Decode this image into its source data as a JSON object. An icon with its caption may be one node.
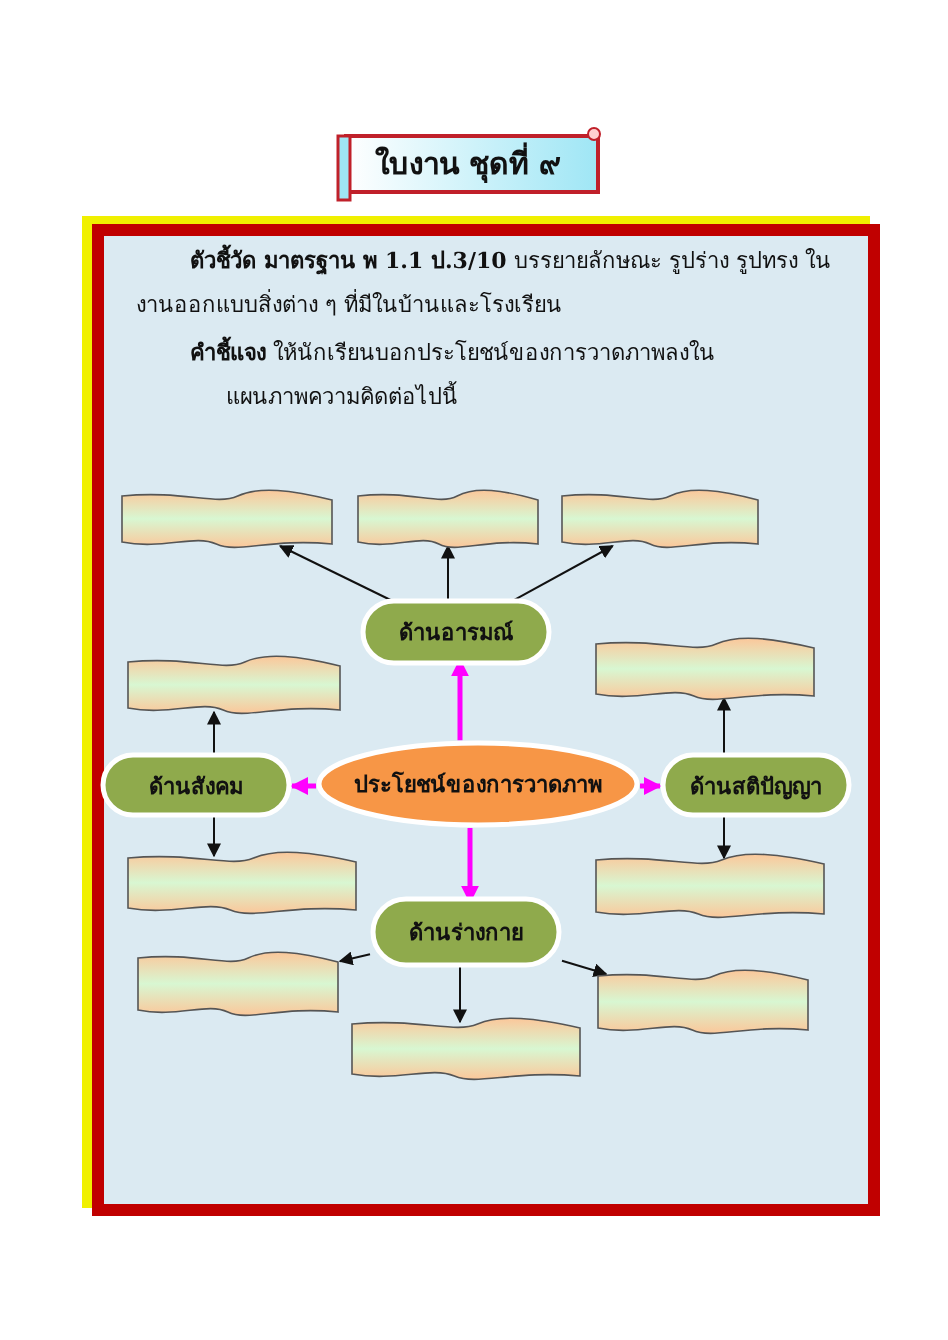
{
  "diagram": {
    "title": "ใบงาน ชุดที่ ๙",
    "nodes": [
      {
        "text": [
          "ประโยชน์ของการวาดภาพ"
        ]
      },
      {
        "text": [
          "ด้านอารมณ์"
        ]
      },
      {
        "text": [
          "ด้านสังคม"
        ]
      },
      {
        "text": [
          "ด้านสติปัญญา"
        ]
      },
      {
        "text": [
          "ด้านร่างกาย"
        ]
      },
      {
        "text": [],
        "shape": "banner"
      },
      {
        "text": [],
        "shape": "banner"
      },
      {
        "text": [],
        "shape": "banner"
      },
      {
        "text": [],
        "shape": "banner"
      },
      {
        "text": [],
        "shape": "banner"
      },
      {
        "text": [],
        "shape": "banner"
      },
      {
        "text": [],
        "shape": "banner"
      },
      {
        "text": [],
        "shape": "banner"
      },
      {
        "text": [],
        "shape": "banner"
      },
      {
        "text": [],
        "shape": "banner"
      }
    ],
    "edges": [
      {
        "from": 0,
        "to": 1,
        "arrow": "to",
        "color": "#ff00ff",
        "style": "thick"
      },
      {
        "from": 0,
        "to": 2,
        "arrow": "to",
        "color": "#ff00ff",
        "style": "thick"
      },
      {
        "from": 0,
        "to": 3,
        "arrow": "to",
        "color": "#ff00ff",
        "style": "thick"
      },
      {
        "from": 0,
        "to": 4,
        "arrow": "to",
        "color": "#ff00ff",
        "style": "thick"
      },
      {
        "from": 1,
        "to": 5,
        "arrow": "to"
      },
      {
        "from": 1,
        "to": 6,
        "arrow": "to"
      },
      {
        "from": 1,
        "to": 7,
        "arrow": "to"
      },
      {
        "from": 2,
        "to": 8,
        "arrow": "to"
      },
      {
        "from": 3,
        "to": 9,
        "arrow": "to"
      },
      {
        "from": 2,
        "to": 10,
        "arrow": "to"
      },
      {
        "from": 3,
        "to": 11,
        "arrow": "to"
      },
      {
        "from": 4,
        "to": 12,
        "arrow": "to"
      },
      {
        "from": 4,
        "to": 13,
        "arrow": "to"
      },
      {
        "from": 4,
        "to": 14,
        "arrow": "to"
      }
    ],
    "labels": [
      "**ตัวชี้วัด มาตรฐาน พ 1.1 ป.3/10** บรรยายลักษณะ รูปร่าง รูปทรง ในงานออกแบบสิ่งต่าง ๆ ที่มีในบ้านและโรงเรียน",
      "**คำชี้แจง** ให้นักเรียนบอกประโยชน์ของการวาดภาพลงในแผนภาพความคิดต่อไปนี้"
    ]
  }
}
